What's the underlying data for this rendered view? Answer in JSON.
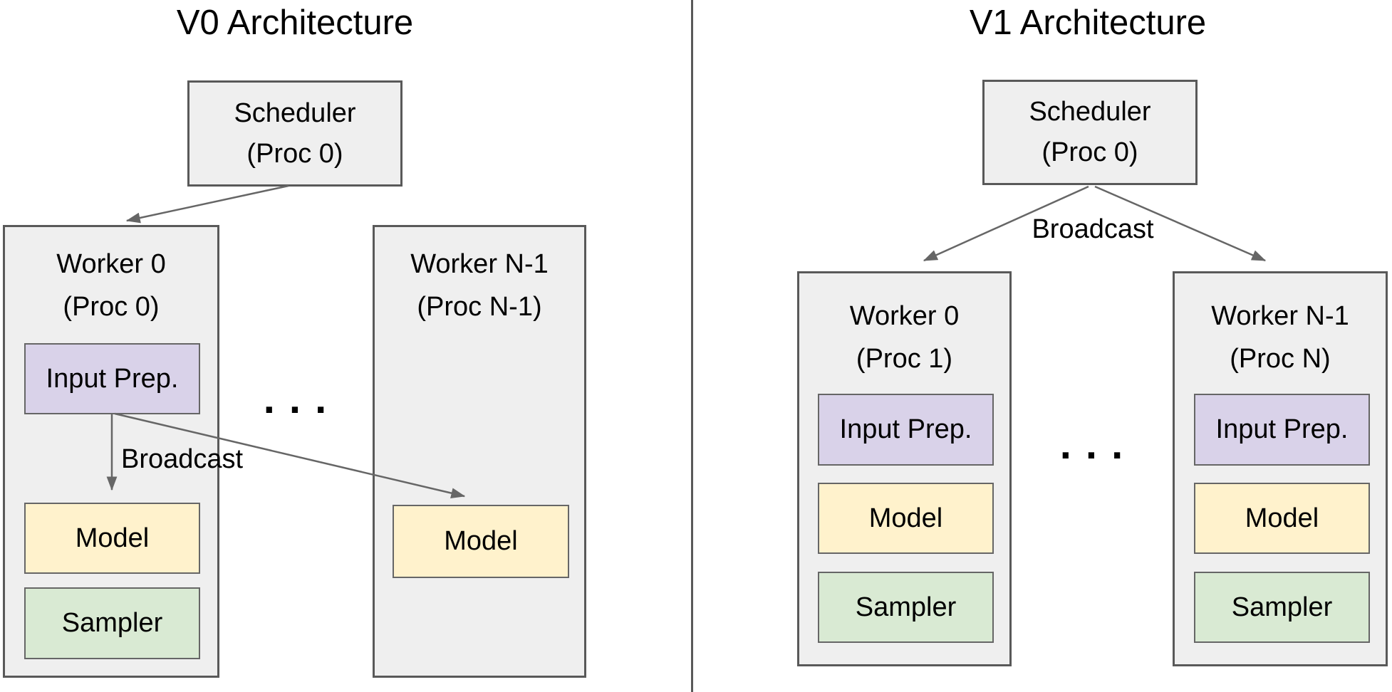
{
  "left": {
    "title": "V0 Architecture",
    "scheduler": {
      "title": "Scheduler",
      "subtitle": "(Proc 0)"
    },
    "worker0": {
      "title": "Worker 0",
      "subtitle": "(Proc 0)",
      "input_prep": "Input Prep.",
      "model": "Model",
      "sampler": "Sampler"
    },
    "workerN": {
      "title": "Worker N-1",
      "subtitle": "(Proc N-1)",
      "model": "Model"
    },
    "broadcast": "Broadcast",
    "ellipsis": ". . ."
  },
  "right": {
    "title": "V1 Architecture",
    "scheduler": {
      "title": "Scheduler",
      "subtitle": "(Proc 0)"
    },
    "broadcast": "Broadcast",
    "worker0": {
      "title": "Worker 0",
      "subtitle": "(Proc 1)",
      "input_prep": "Input Prep.",
      "model": "Model",
      "sampler": "Sampler"
    },
    "workerN": {
      "title": "Worker N-1",
      "subtitle": "(Proc N)",
      "input_prep": "Input Prep.",
      "model": "Model",
      "sampler": "Sampler"
    },
    "ellipsis": ". . ."
  },
  "colors": {
    "background": "#ffffff",
    "text": "#000000",
    "container_fill": "#efefef",
    "container_border": "#595959",
    "component_border": "#666666",
    "input_prep_fill": "#d9d2e9",
    "model_fill": "#fff2cc",
    "sampler_fill": "#d9ead3",
    "arrow": "#666666",
    "divider": "#595959"
  }
}
